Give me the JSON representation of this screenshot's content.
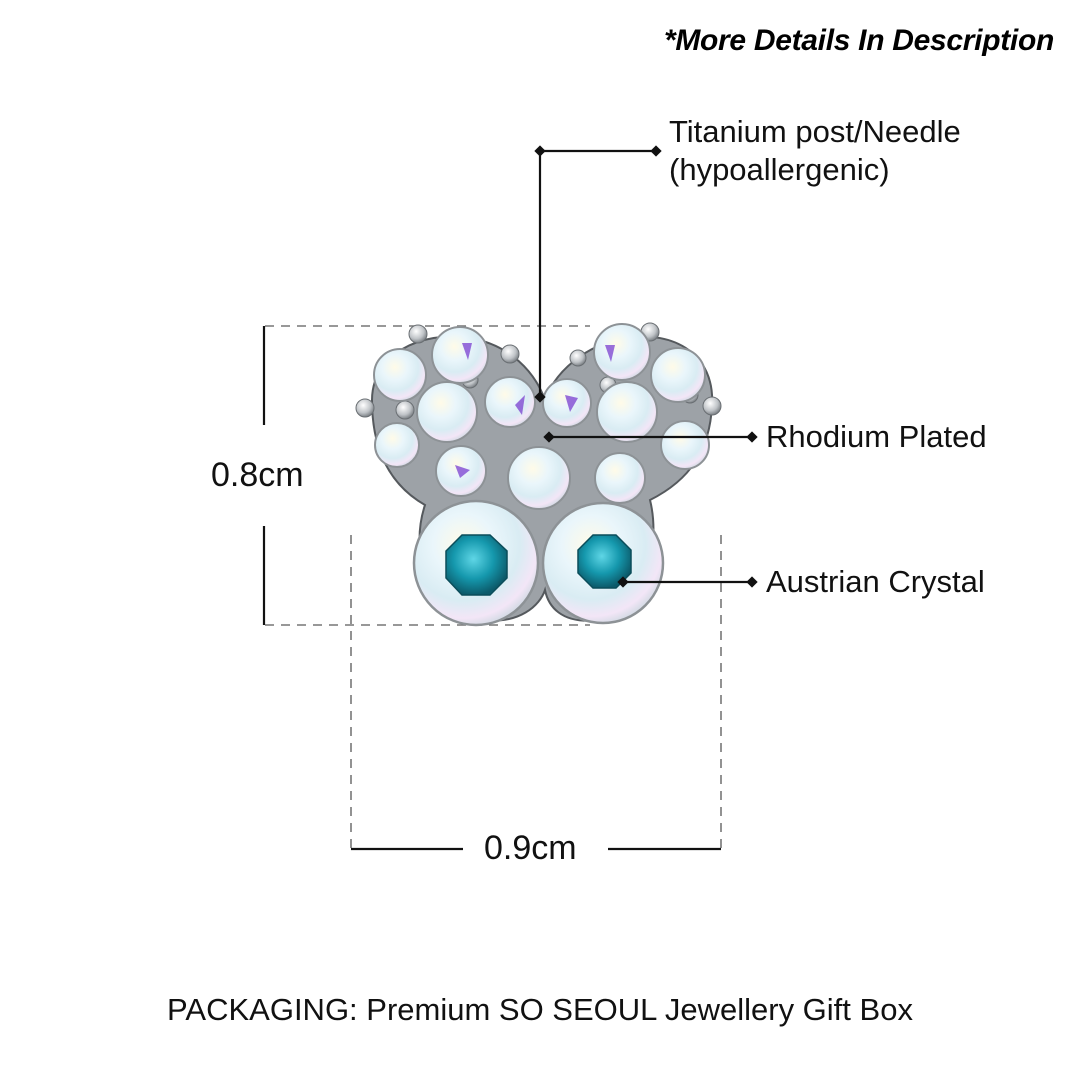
{
  "header": {
    "note": "*More Details In Description"
  },
  "product": {
    "name": "butterfly-crystal-earring",
    "colors": {
      "crystal_ab": "#e8f2f6",
      "crystal_center": "#1a9fb0",
      "metal": "#b8bcc0",
      "accent_purple": "#7a3fd0"
    }
  },
  "callouts": [
    {
      "id": "post",
      "line1": "Titanium post/Needle",
      "line2": "(hypoallergenic)"
    },
    {
      "id": "plating",
      "line1": "Rhodium Plated"
    },
    {
      "id": "crystal",
      "line1": "Austrian Crystal"
    }
  ],
  "dimensions": {
    "height": "0.8cm",
    "width": "0.9cm"
  },
  "footer": {
    "packaging": "PACKAGING: Premium SO SEOUL Jewellery Gift Box"
  }
}
